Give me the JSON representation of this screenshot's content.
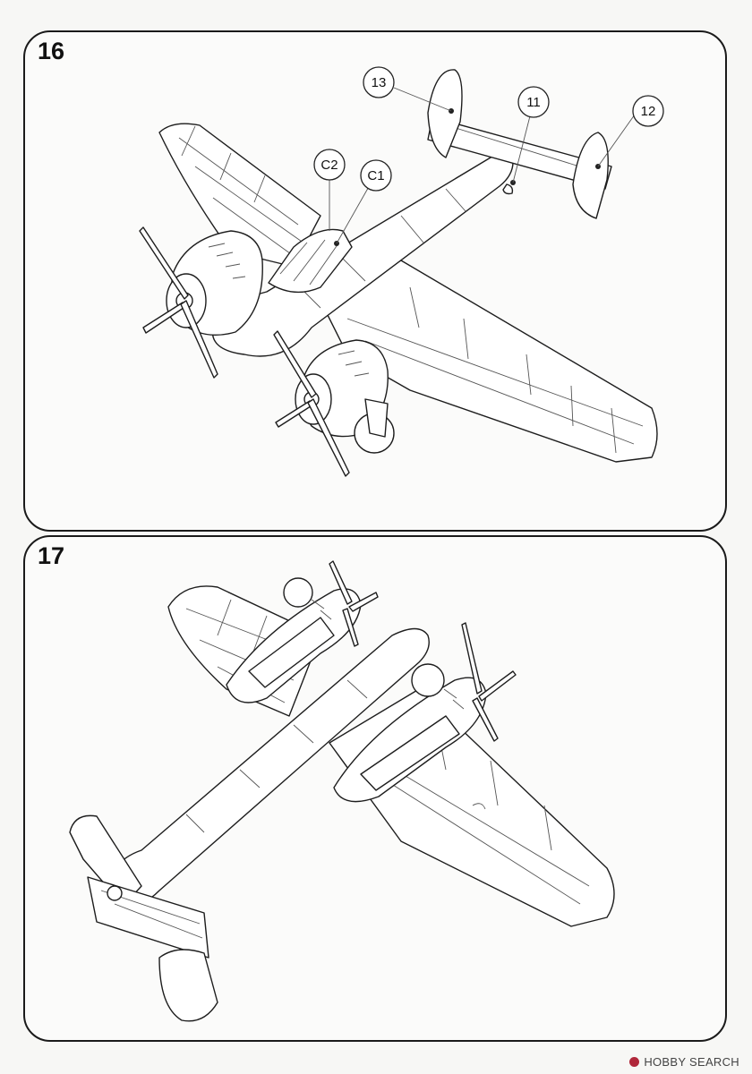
{
  "steps": [
    {
      "number": "16",
      "callouts": [
        {
          "label": "13"
        },
        {
          "label": "11"
        },
        {
          "label": "12"
        },
        {
          "label": "C2"
        },
        {
          "label": "C1"
        }
      ]
    },
    {
      "number": "17",
      "callouts": []
    }
  ],
  "watermark": {
    "text": "HOBBY SEARCH",
    "logo": "hobby-search-logo"
  }
}
